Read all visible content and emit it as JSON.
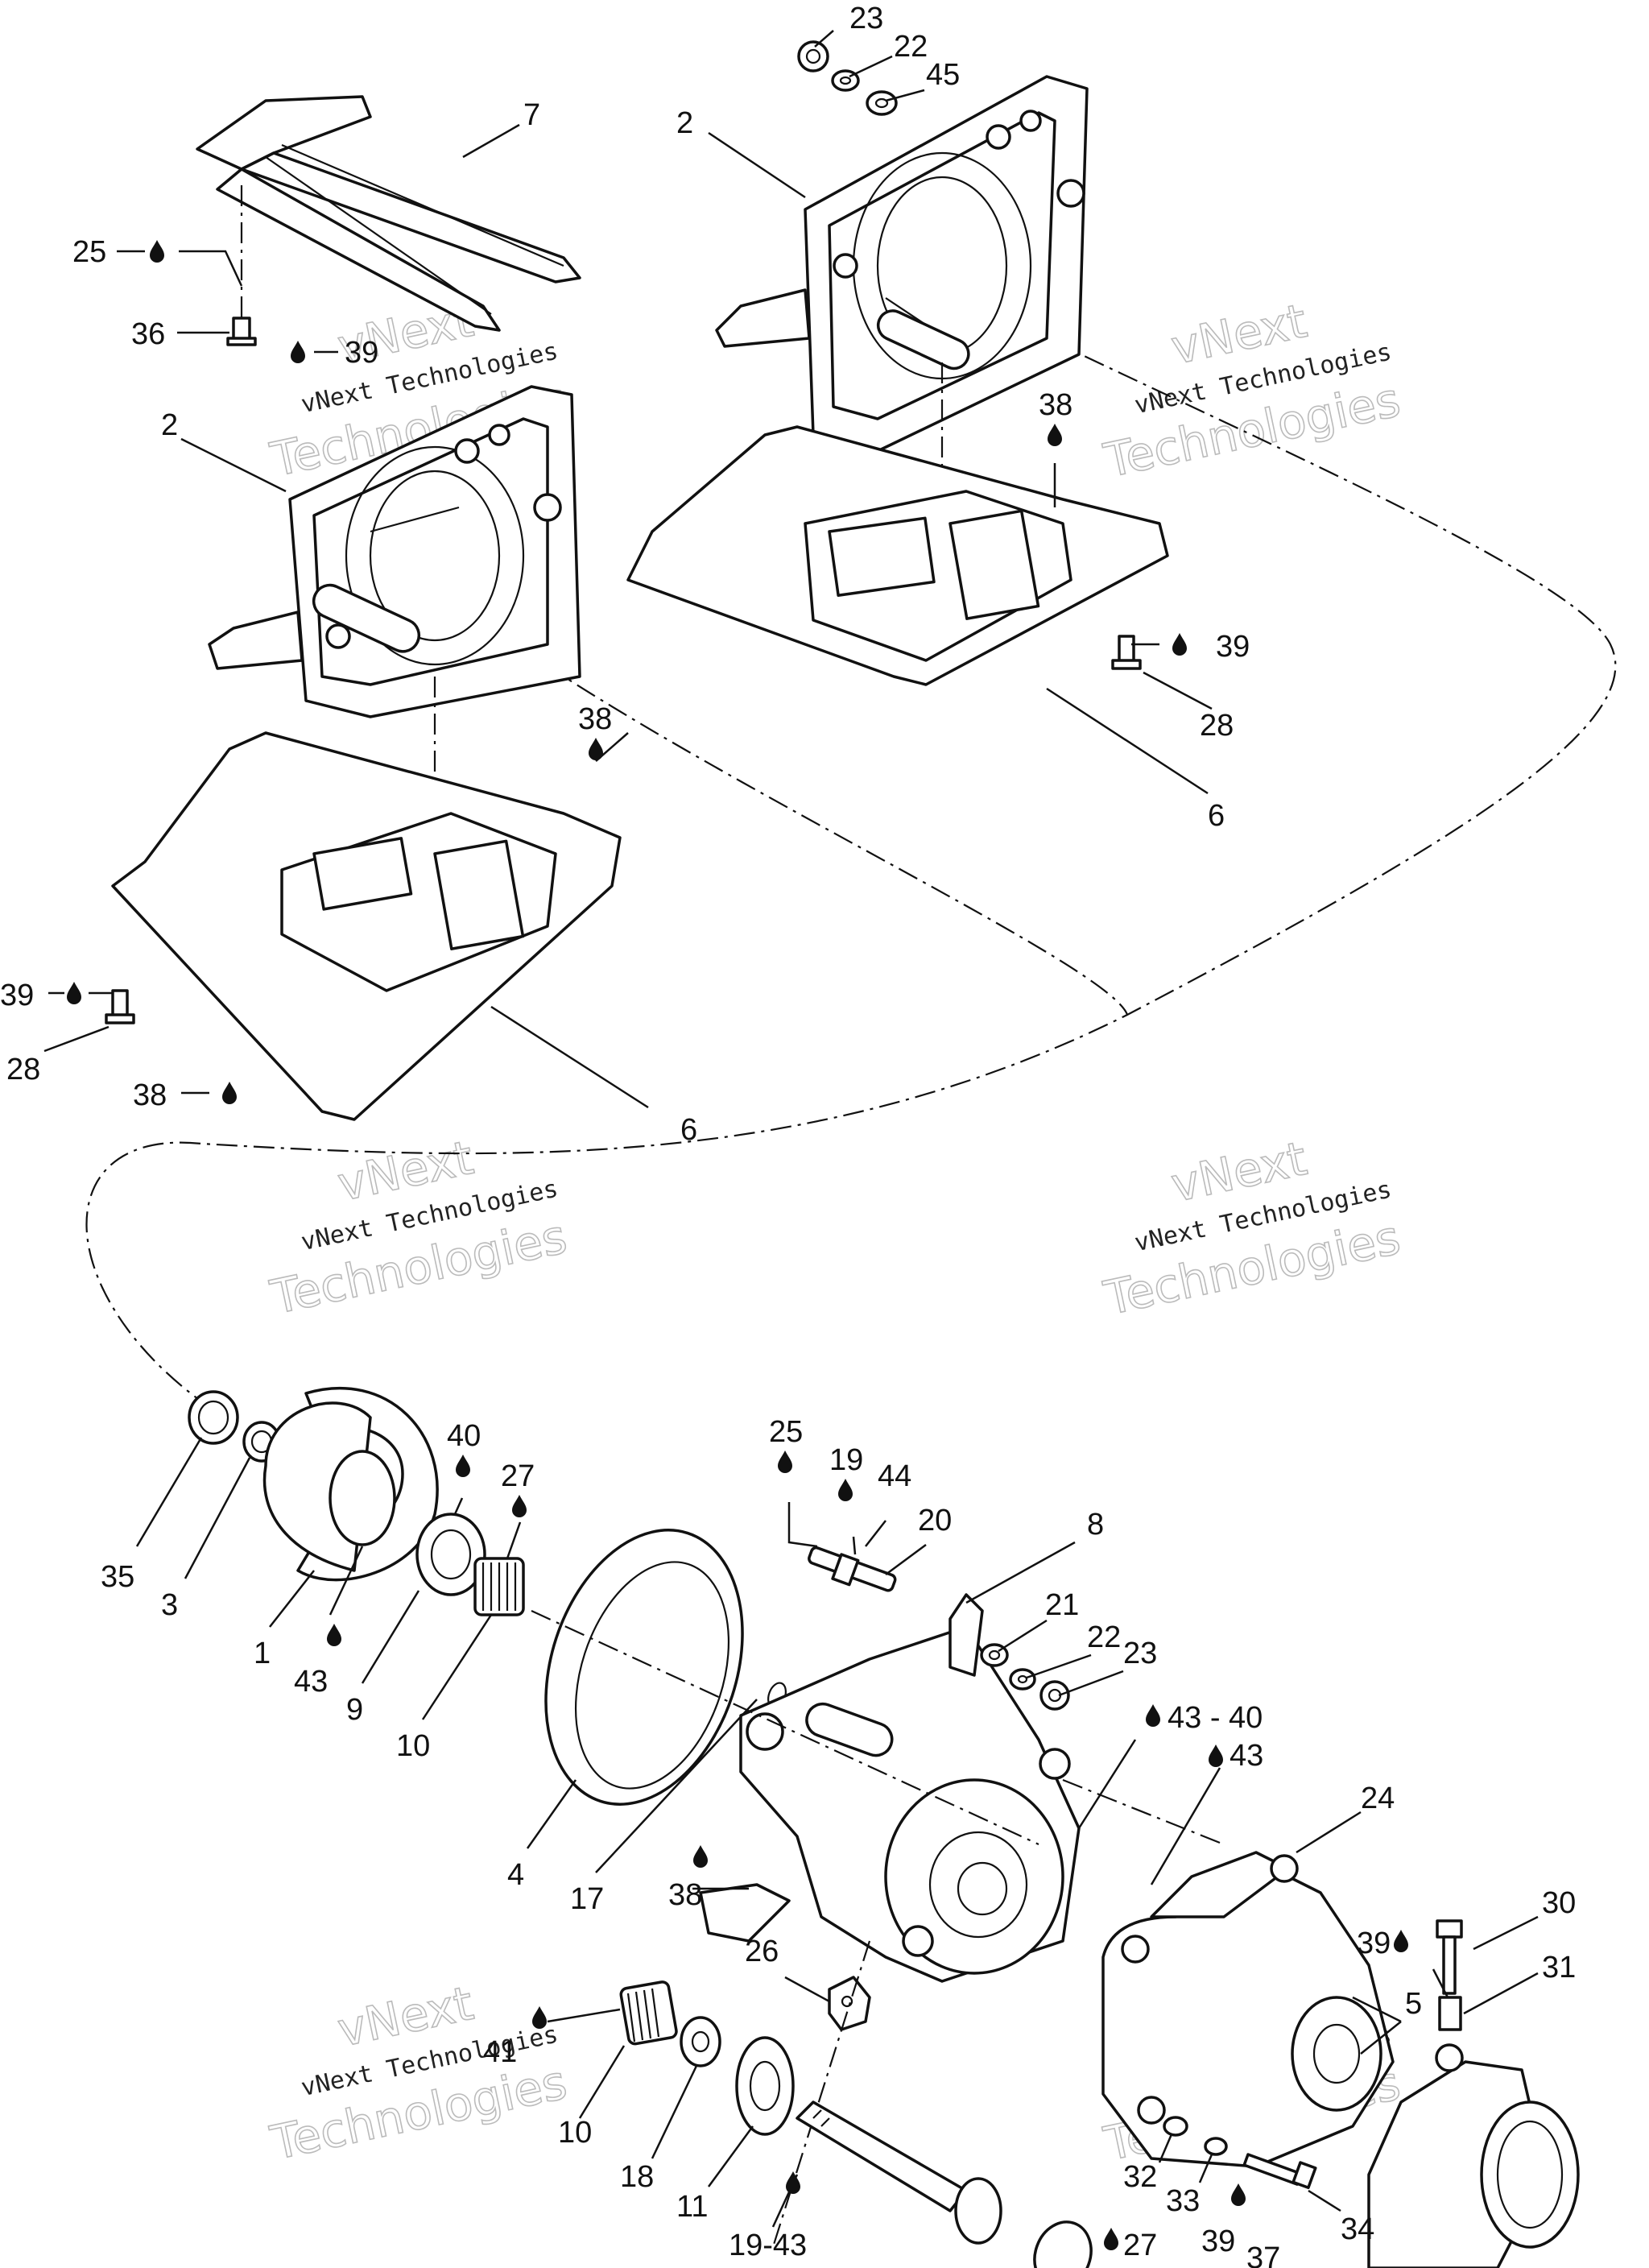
{
  "callouts": [
    {
      "id": "c23a",
      "text": "23"
    },
    {
      "id": "c22a",
      "text": "22"
    },
    {
      "id": "c45",
      "text": "45"
    },
    {
      "id": "c7",
      "text": "7"
    },
    {
      "id": "c2a",
      "text": "2"
    },
    {
      "id": "c25a",
      "text": "25"
    },
    {
      "id": "c36",
      "text": "36"
    },
    {
      "id": "c39a",
      "text": "39"
    },
    {
      "id": "c2b",
      "text": "2"
    },
    {
      "id": "c38a",
      "text": "38"
    },
    {
      "id": "c39b",
      "text": "39"
    },
    {
      "id": "c28a",
      "text": "28"
    },
    {
      "id": "c38b",
      "text": "38"
    },
    {
      "id": "c6a",
      "text": "6"
    },
    {
      "id": "c39c",
      "text": "39"
    },
    {
      "id": "c28b",
      "text": "28"
    },
    {
      "id": "c38c",
      "text": "38"
    },
    {
      "id": "c6b",
      "text": "6"
    },
    {
      "id": "c35",
      "text": "35"
    },
    {
      "id": "c3",
      "text": "3"
    },
    {
      "id": "c1",
      "text": "1"
    },
    {
      "id": "c43a",
      "text": "43"
    },
    {
      "id": "c9",
      "text": "9"
    },
    {
      "id": "c40",
      "text": "40"
    },
    {
      "id": "c27a",
      "text": "27"
    },
    {
      "id": "c10a",
      "text": "10"
    },
    {
      "id": "c4",
      "text": "4"
    },
    {
      "id": "c17",
      "text": "17"
    },
    {
      "id": "c25b",
      "text": "25"
    },
    {
      "id": "c19a",
      "text": "19"
    },
    {
      "id": "c44",
      "text": "44"
    },
    {
      "id": "c20",
      "text": "20"
    },
    {
      "id": "c8",
      "text": "8"
    },
    {
      "id": "c21",
      "text": "21"
    },
    {
      "id": "c22b",
      "text": "22"
    },
    {
      "id": "c23b",
      "text": "23"
    },
    {
      "id": "c4340",
      "text": "43 - 40"
    },
    {
      "id": "c43b",
      "text": "43"
    },
    {
      "id": "c24",
      "text": "24"
    },
    {
      "id": "c38d",
      "text": "38"
    },
    {
      "id": "c26",
      "text": "26"
    },
    {
      "id": "c30",
      "text": "30"
    },
    {
      "id": "c39d",
      "text": "39"
    },
    {
      "id": "c31",
      "text": "31"
    },
    {
      "id": "c5",
      "text": "5"
    },
    {
      "id": "c41",
      "text": "41"
    },
    {
      "id": "c10b",
      "text": "10"
    },
    {
      "id": "c18",
      "text": "18"
    },
    {
      "id": "c11",
      "text": "11"
    },
    {
      "id": "c1943",
      "text": "19-43"
    },
    {
      "id": "c32",
      "text": "32"
    },
    {
      "id": "c33",
      "text": "33"
    },
    {
      "id": "c34",
      "text": "34"
    },
    {
      "id": "c27b",
      "text": "27"
    },
    {
      "id": "c39e",
      "text": "39"
    },
    {
      "id": "c37",
      "text": "37"
    }
  ],
  "watermark": {
    "line1": "vNext",
    "line2": "vNext Technologies",
    "line3": "Technologies"
  },
  "icons": {
    "lubricant": "drop-icon"
  }
}
